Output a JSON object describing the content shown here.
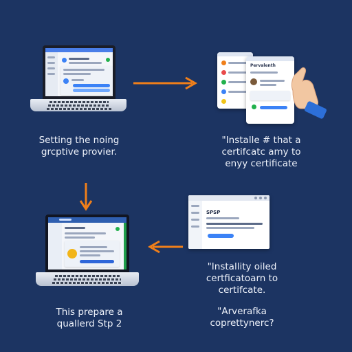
{
  "colors": {
    "background": "#1c3462",
    "arrow": "#f07f1a",
    "accent": "#3b82f6",
    "caption": "#eef2fa"
  },
  "steps": [
    {
      "caption": [
        "Setting the noing",
        "grcptive provier."
      ]
    },
    {
      "caption": [
        "\"Installe # that a",
        "certifcatc amy to",
        "enyy certificate"
      ]
    },
    {
      "caption": [
        "This prepare a",
        "quallerd Stp 2"
      ]
    },
    {
      "caption": [
        "\"Installity oiled",
        "certficatoarn to",
        "certifcate.",
        "",
        "\"Arverafka",
        "coprettynerc?"
      ]
    }
  ],
  "screens": {
    "step1_laptop": {},
    "step2_cards": {
      "heading": "Pervalenth"
    },
    "step3_laptop": {},
    "step4_window": {
      "heading": "SPSP"
    }
  },
  "arrows": [
    {
      "direction": "right"
    },
    {
      "direction": "down"
    },
    {
      "direction": "left"
    }
  ]
}
